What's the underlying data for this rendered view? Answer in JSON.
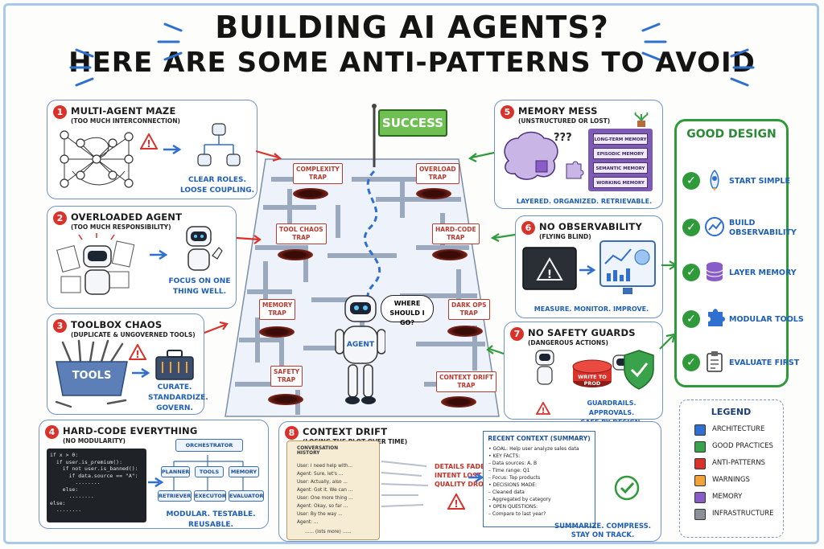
{
  "title": {
    "line1": "BUILDING AI AGENTS?",
    "line2": "HERE ARE SOME ANTI-PATTERNS TO AVOID"
  },
  "panels": {
    "p1": {
      "num": "1",
      "title": "MULTI-AGENT MAZE",
      "subtitle": "(TOO MUCH INTERCONNECTION)",
      "fix_line1": "CLEAR ROLES.",
      "fix_line2": "LOOSE COUPLING."
    },
    "p2": {
      "num": "2",
      "title": "OVERLOADED AGENT",
      "subtitle": "(TOO MUCH RESPONSIBILITY)",
      "fix_line1": "FOCUS ON ONE",
      "fix_line2": "THING WELL."
    },
    "p3": {
      "num": "3",
      "title": "TOOLBOX CHAOS",
      "subtitle": "(DUPLICATE & UNGOVERNED TOOLS)",
      "tools_label": "TOOLS",
      "fix_line1": "CURATE.",
      "fix_line2": "STANDARDIZE.",
      "fix_line3": "GOVERN."
    },
    "p4": {
      "num": "4",
      "title": "HARD-CODE EVERYTHING",
      "subtitle": "(NO MODULARITY)",
      "code": "if x > 0:\n  if user.is_premium():\n    if not user.is_banned():\n      if data.source == \"A\":\n        ........\n    else:\n      ........\nelse:\n  ........",
      "orchestrator": "ORCHESTRATOR",
      "planner": "PLANNER",
      "tools": "TOOLS",
      "memory": "MEMORY",
      "retriever": "RETRIEVER",
      "executor": "EXECUTOR",
      "evaluator": "EVALUATOR",
      "fix": "MODULAR. TESTABLE. REUSABLE."
    },
    "p5": {
      "num": "5",
      "title": "MEMORY MESS",
      "subtitle": "(UNSTRUCTURED OR LOST)",
      "qmarks": "???",
      "layers": [
        "LONG-TERM MEMORY",
        "EPISODIC MEMORY",
        "SEMANTIC MEMORY",
        "WORKING MEMORY"
      ],
      "fix": "LAYERED. ORGANIZED. RETRIEVABLE."
    },
    "p6": {
      "num": "6",
      "title": "NO OBSERVABILITY",
      "subtitle": "(FLYING BLIND)",
      "fix": "MEASURE. MONITOR. IMPROVE."
    },
    "p7": {
      "num": "7",
      "title": "NO SAFETY GUARDS",
      "subtitle": "(DANGEROUS ACTIONS)",
      "button": "WRITE TO PROD",
      "fix_line1": "GUARDRAILS. APPROVALS.",
      "fix_line2": "SAFE BY DESIGN."
    },
    "p8": {
      "num": "8",
      "title": "CONTEXT DRIFT",
      "subtitle": "(LOSING THE PLOT OVER TIME)",
      "history_title_1": "CONVERSATION",
      "history_title_2": "HISTORY",
      "history": [
        "User: I need help with...",
        "Agent: Sure, let's ...",
        "User: Actually, also ...",
        "Agent: Got it. We can ...",
        "User: One more thing ...",
        "Agent: Okay, so far ...",
        "User: By the way ...",
        "Agent: ..."
      ],
      "history_more": "...... (lots more) ......",
      "drift_line1": "DETAILS FADE.",
      "drift_line2": "INTENT LOST.",
      "drift_line3": "QUALITY DROPS.",
      "summary_title": "RECENT CONTEXT (SUMMARY)",
      "summary": [
        "• GOAL: Help user analyze sales data",
        "• KEY FACTS:",
        "  – Data sources: A, B",
        "  – Time range: Q1",
        "  – Focus: Top products",
        "• DECISIONS MADE:",
        "  – Cleaned data",
        "  – Aggregated by category",
        "• OPEN QUESTIONS:",
        "  – Compare to last year?"
      ],
      "fix_line1": "SUMMARIZE. COMPRESS.",
      "fix_line2": "STAY ON TRACK."
    }
  },
  "maze": {
    "success": "SUCCESS",
    "agent_label": "AGENT",
    "bubble_line1": "WHERE",
    "bubble_line2": "SHOULD I GO?",
    "traps": [
      {
        "line1": "COMPLEXITY",
        "line2": "TRAP"
      },
      {
        "line1": "OVERLOAD",
        "line2": "TRAP"
      },
      {
        "line1": "TOOL CHAOS",
        "line2": "TRAP"
      },
      {
        "line1": "HARD-CODE",
        "line2": "TRAP"
      },
      {
        "line1": "MEMORY",
        "line2": "TRAP"
      },
      {
        "line1": "DARK OPS",
        "line2": "TRAP"
      },
      {
        "line1": "SAFETY",
        "line2": "TRAP"
      },
      {
        "line1": "CONTEXT DRIFT",
        "line2": "TRAP"
      }
    ]
  },
  "good_design": {
    "title": "GOOD DESIGN",
    "items": [
      {
        "line1": "START SIMPLE",
        "line2": "",
        "icon": "rocket-icon"
      },
      {
        "line1": "BUILD",
        "line2": "OBSERVABILITY",
        "icon": "chart-icon"
      },
      {
        "line1": "LAYER MEMORY",
        "line2": "",
        "icon": "database-icon"
      },
      {
        "line1": "MODULAR TOOLS",
        "line2": "",
        "icon": "puzzle-icon"
      },
      {
        "line1": "EVALUATE FIRST",
        "line2": "",
        "icon": "clipboard-icon"
      }
    ]
  },
  "legend": {
    "title": "LEGEND",
    "items": [
      {
        "label": "ARCHITECTURE",
        "color": "#2f6fd0"
      },
      {
        "label": "GOOD PRACTICES",
        "color": "#3aa24a"
      },
      {
        "label": "ANTI-PATTERNS",
        "color": "#d8322b"
      },
      {
        "label": "WARNINGS",
        "color": "#f2a23a"
      },
      {
        "label": "MEMORY",
        "color": "#8a5cc7"
      },
      {
        "label": "INFRASTRUCTURE",
        "color": "#8b8f96"
      }
    ]
  },
  "colors": {
    "accent_blue": "#1d5fb8",
    "good_green": "#2f9a3a",
    "anti_red": "#d8322b",
    "panel_border": "#6f93c8"
  }
}
